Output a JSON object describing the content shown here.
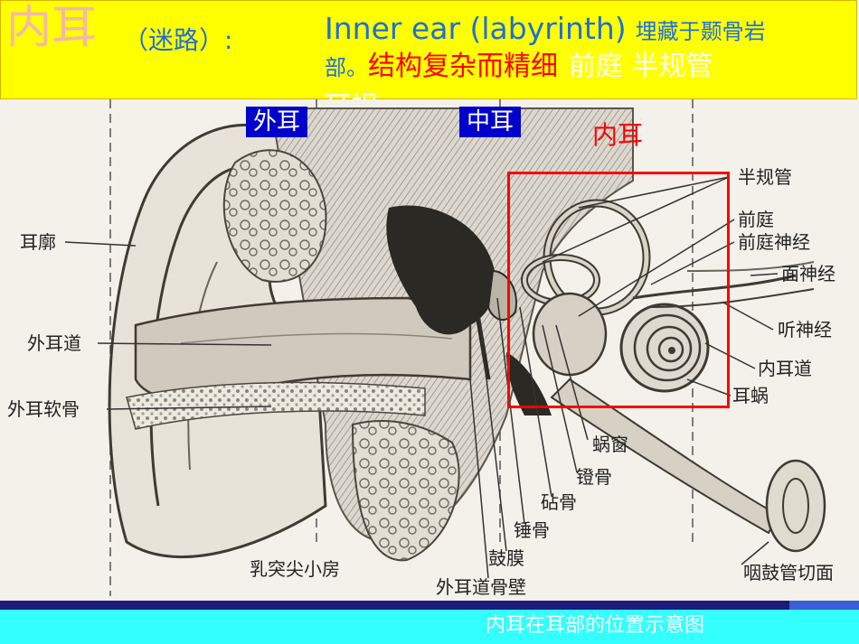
{
  "header": {
    "title_main": "内耳",
    "title_sub": "（迷路）:",
    "line1_en": "Inner ear (labyrinth)",
    "line1_cn": "埋藏于颞骨岩",
    "line2_a": "部。",
    "line2_b": "结构复杂而精细",
    "line2_c": "前庭 半规管",
    "overflow": "耳蜗"
  },
  "tags": {
    "outer": "外耳",
    "middle": "中耳",
    "inner": "内耳"
  },
  "labels": {
    "auricle": "耳廓",
    "ext_canal": "外耳道",
    "ext_cartilage": "外耳软骨",
    "mastoid": "乳突尖小房",
    "canal_wall": "外耳道骨壁",
    "eardrum": "鼓膜",
    "malleus": "锤骨",
    "incus": "砧骨",
    "stapes": "镫骨",
    "round_window": "蜗窗",
    "semicircular": "半规管",
    "vestibule": "前庭",
    "vest_nerve": "前庭神经",
    "facial_nerve": "面神经",
    "auditory_nerve": "听神经",
    "int_canal": "内耳道",
    "cochlea": "耳蜗",
    "eustachian": "咽鼓管切面"
  },
  "footer": {
    "caption": "内耳在耳部的位置示意图"
  },
  "colors": {
    "header_bg": "#ffff00",
    "title_pink": "#f5b8a6",
    "accent_blue": "#1e6fd9",
    "highlight_red": "#ff0000",
    "tag_blue": "#0000cc",
    "footer_cyan": "#33ffff",
    "footer_navy": "#1b1b7a"
  }
}
